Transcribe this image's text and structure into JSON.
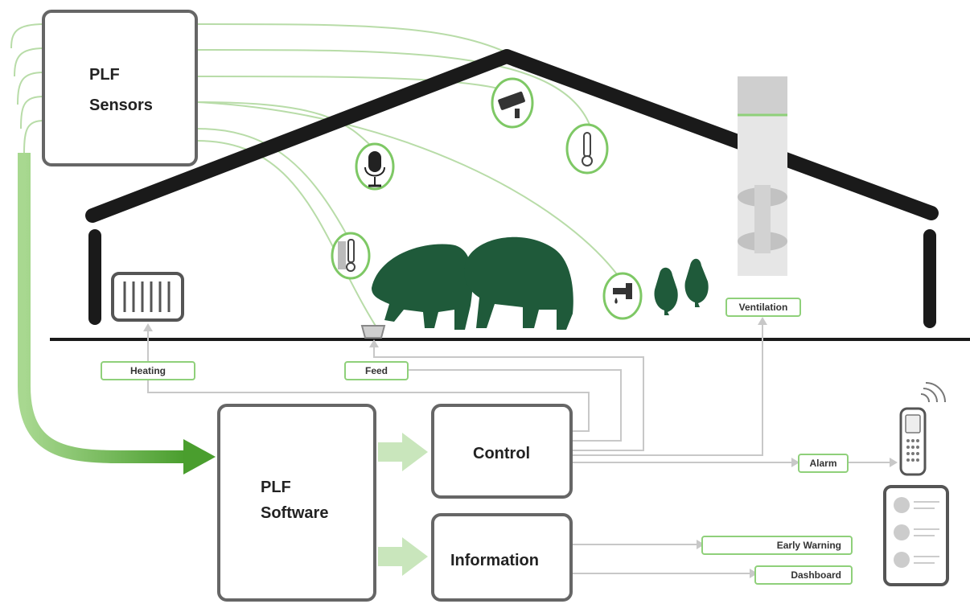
{
  "sensors_box": {
    "line1": "PLF",
    "line2": "Sensors"
  },
  "software_box": {
    "line1": "PLF",
    "line2": "Software"
  },
  "control_box": {
    "label": "Control"
  },
  "information_box": {
    "label": "Information"
  },
  "tags": {
    "heating": "Heating",
    "feed": "Feed",
    "ventilation": "Ventilation",
    "alarm": "Alarm",
    "early_warning": "Early Warning",
    "dashboard": "Dashboard"
  },
  "colors": {
    "green_accent": "#8fd07a",
    "arrow_green": "#5aa53a",
    "animal_green": "#1f5a3a",
    "roof": "#1a1a1a",
    "connector_gray": "#c8c8c8",
    "box_border": "#666666"
  },
  "icons": [
    "camera-icon",
    "thermometer-icon",
    "microphone-icon",
    "water-tap-icon",
    "radiator-icon",
    "feed-bucket-icon",
    "ventilation-fan-icon",
    "mobile-phone-icon",
    "tablet-icon",
    "pig-icon",
    "chicken-icon"
  ]
}
